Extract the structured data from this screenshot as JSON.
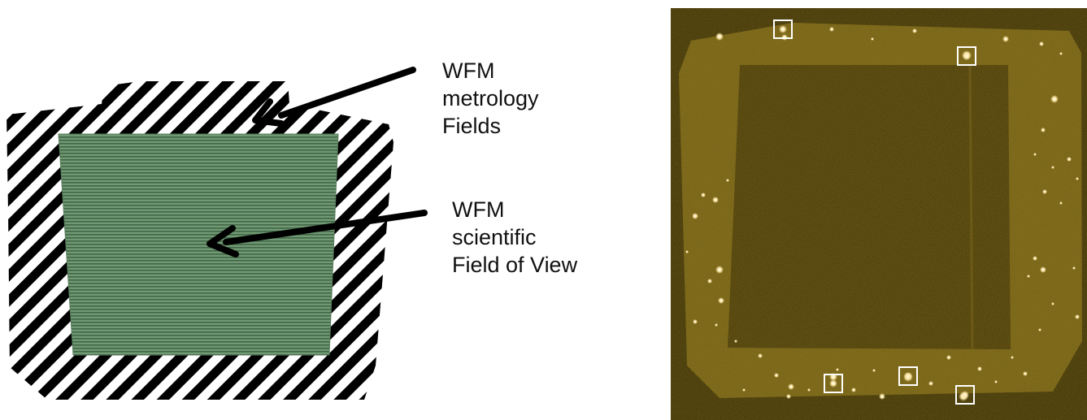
{
  "labels": {
    "metrology": [
      "WFM",
      "metrology",
      "Fields"
    ],
    "scientific": [
      "WFM",
      "scientific",
      "Field of View"
    ]
  },
  "colors": {
    "hatch": "#000000",
    "fov_green": "#6f9a73",
    "fov_stripe": "#1f3a22",
    "sky_background": "#3b2f05",
    "frame_band": "#7d6516",
    "star": "#ffe9a8",
    "marker_box": "#ffffff"
  },
  "icons": [
    "arrow-icon",
    "marker-box-icon",
    "star-icon"
  ]
}
